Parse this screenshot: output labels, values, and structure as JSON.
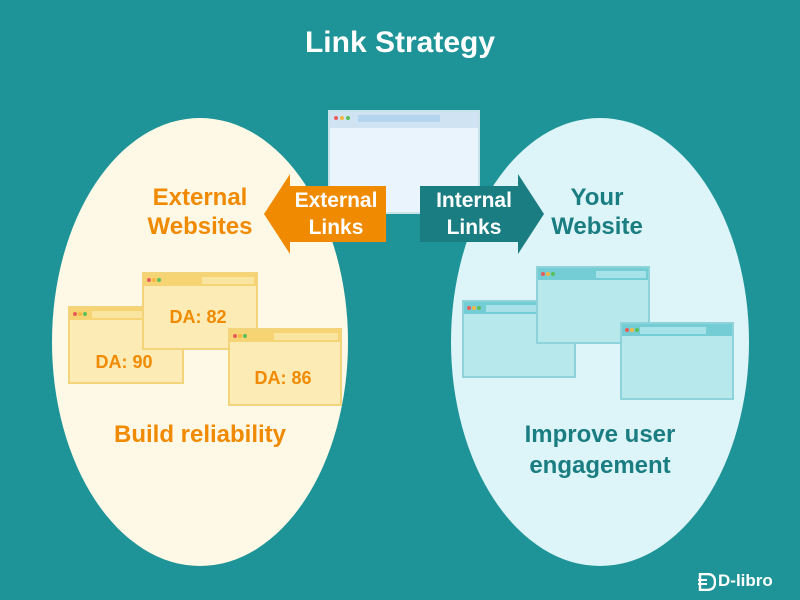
{
  "title": "Link Strategy",
  "external": {
    "heading": "External Websites",
    "caption": "Build reliability",
    "sites": [
      {
        "label": "DA: 82"
      },
      {
        "label": "DA: 90"
      },
      {
        "label": "DA: 86"
      }
    ]
  },
  "own": {
    "heading": "Your Website",
    "caption": "Improve user engagement"
  },
  "arrows": {
    "external_label": "External Links",
    "internal_label": "Internal Links"
  },
  "logo": {
    "text": "D-libro"
  },
  "colors": {
    "background": "#1f9498",
    "external_accent": "#f08a00",
    "internal_accent": "#1a7d82",
    "left_ellipse": "#fef8e7",
    "right_ellipse": "#ddf5f8"
  }
}
